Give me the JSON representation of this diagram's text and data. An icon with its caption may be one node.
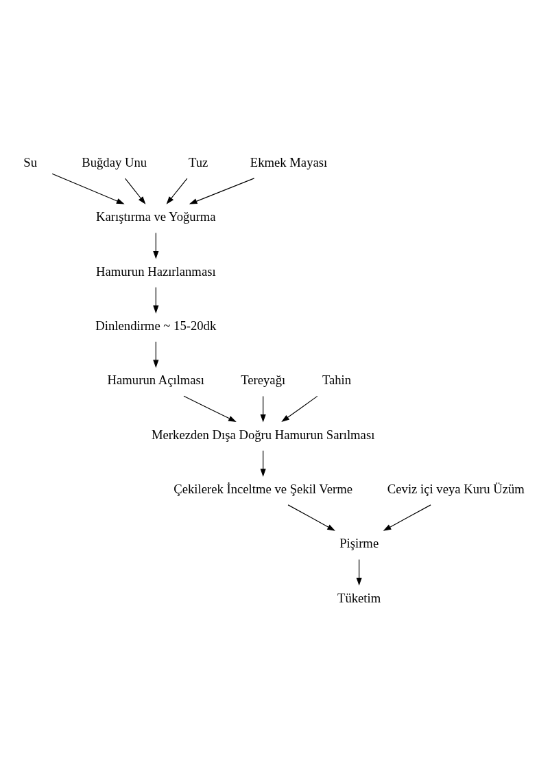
{
  "diagram": {
    "nodes": [
      {
        "text": [
          "Su"
        ]
      },
      {
        "text": [
          "Buğday Unu"
        ]
      },
      {
        "text": [
          "Tuz"
        ]
      },
      {
        "text": [
          "Ekmek Mayası"
        ]
      },
      {
        "text": [
          "Karıştırma ve Yoğurma"
        ]
      },
      {
        "text": [
          "Hamurun Hazırlanması"
        ]
      },
      {
        "text": [
          "Dinlendirme ~ 15-20dk"
        ]
      },
      {
        "text": [
          "Tereyağı"
        ]
      },
      {
        "text": [
          "Hamurun Açılması"
        ]
      },
      {
        "text": [
          "Tahin"
        ]
      },
      {
        "text": [
          "Merkezden Dışa Doğru Hamurun Sarılması"
        ]
      },
      {
        "text": [
          "Çekilerek İnceltme ve Şekil Verme"
        ]
      },
      {
        "text": [
          "Ceviz içi veya Kuru Üzüm"
        ]
      },
      {
        "text": [
          "Pişirme"
        ]
      },
      {
        "text": [
          "Tüketim"
        ]
      }
    ],
    "edges": [
      {
        "from": 0,
        "to": 4,
        "arrow": "to"
      },
      {
        "from": 1,
        "to": 4,
        "arrow": "to"
      },
      {
        "from": 2,
        "to": 4,
        "arrow": "to"
      },
      {
        "from": 3,
        "to": 4,
        "arrow": "to"
      },
      {
        "from": 4,
        "to": 5,
        "arrow": "to"
      },
      {
        "from": 5,
        "to": 6,
        "arrow": "to"
      },
      {
        "from": 6,
        "to": 8,
        "arrow": "to"
      },
      {
        "from": 7,
        "to": 10,
        "arrow": "to"
      },
      {
        "from": 8,
        "to": 10,
        "arrow": "to"
      },
      {
        "from": 9,
        "to": 10,
        "arrow": "to"
      },
      {
        "from": 10,
        "to": 11,
        "arrow": "to"
      },
      {
        "from": 11,
        "to": 13,
        "arrow": "to"
      },
      {
        "from": 12,
        "to": 13,
        "arrow": "to"
      },
      {
        "from": 13,
        "to": 14,
        "arrow": "to"
      }
    ]
  }
}
